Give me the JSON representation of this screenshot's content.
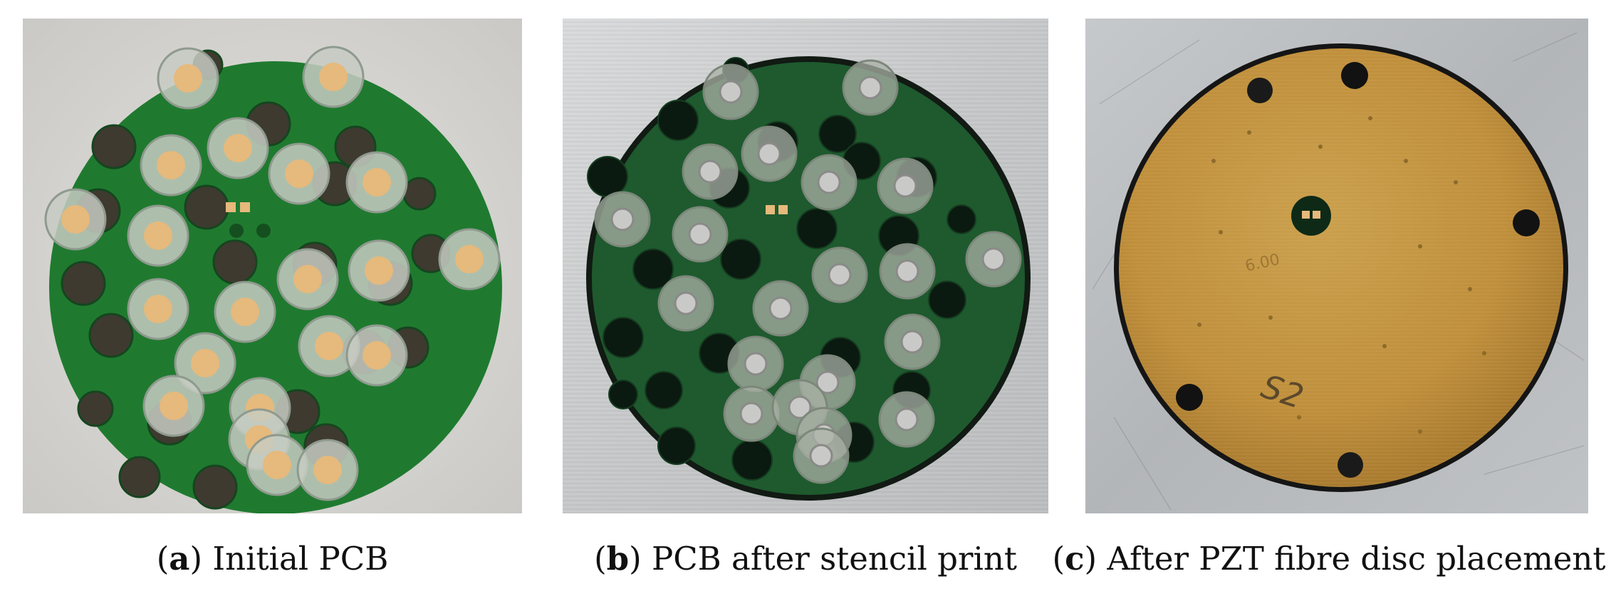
{
  "figure": {
    "panels": [
      {
        "id": "a",
        "letter": "a",
        "caption": "Initial PCB",
        "photo": "green-pcb-disc-with-holes-and-pads",
        "colors": {
          "background": "#d7d6d2",
          "board": "#1e7a2e",
          "pad": "#e6b97c"
        }
      },
      {
        "id": "b",
        "letter": "b",
        "caption": "PCB after stencil print",
        "photo": "pcb-disc-on-aluminium-stencil-with-solder-paste",
        "colors": {
          "background": "#c9cbcc",
          "board": "#1e5a2e",
          "pad": "#c7c7c7"
        }
      },
      {
        "id": "c",
        "letter": "c",
        "caption": "After PZT fibre disc placement",
        "photo": "gold-pzt-fibre-disc-on-aluminium-plate",
        "colors": {
          "background": "#b9bcbf",
          "disc": "#c2933f"
        }
      }
    ],
    "handwriting": {
      "marking": "S2",
      "faint_marking": "6.00"
    }
  }
}
